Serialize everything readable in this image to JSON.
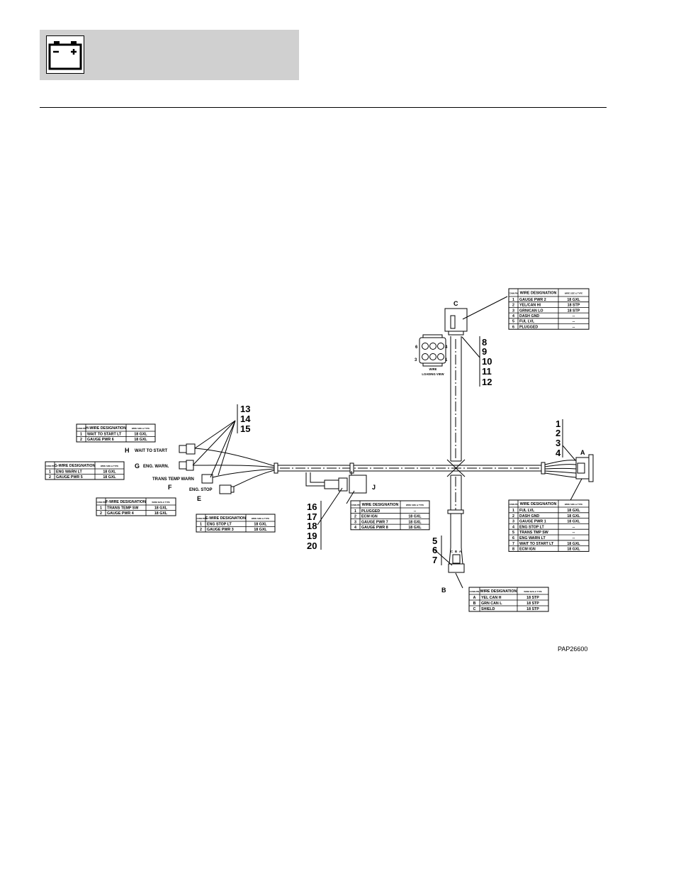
{
  "header": {
    "icon": "battery-icon"
  },
  "figure_id": "PAP26600",
  "loading_view_label": [
    "WIRE",
    "LOADING VIEW"
  ],
  "pin_numbers": [
    "6",
    "4",
    "3",
    "1"
  ],
  "connector_b_pins": [
    "C",
    "B",
    "A"
  ],
  "connector_labels": {
    "A": "A",
    "B": "B",
    "C": "C",
    "E": "E",
    "F": "F",
    "G": "G",
    "H": "H",
    "J": "J"
  },
  "branch_labels": {
    "H": "WAIT TO START",
    "G": "ENG. WARN.",
    "F": "TRANS TEMP WARN",
    "E": "ENG. STOP"
  },
  "callouts": {
    "group_1_4": [
      "1",
      "2",
      "3",
      "4"
    ],
    "group_5_7": [
      "5",
      "6",
      "7"
    ],
    "group_8_12": [
      "8",
      "9",
      "10",
      "11",
      "12"
    ],
    "group_13_15": [
      "13",
      "14",
      "15"
    ],
    "group_16_20": [
      "16",
      "17",
      "18",
      "19",
      "20"
    ]
  },
  "tables": {
    "C": {
      "headers": [
        "CONN PIN",
        "WIRE DESIGNATION",
        "WIRE SIZE & TYPE"
      ],
      "rows": [
        [
          "1",
          "GAUGE PWR 2",
          "18 GXL"
        ],
        [
          "2",
          "YEL/CAN HI",
          "18 STP"
        ],
        [
          "3",
          "GRN/CAN LO",
          "18 STP"
        ],
        [
          "4",
          "DASH GND",
          "--"
        ],
        [
          "5",
          "FUL LVL",
          "--"
        ],
        [
          "6",
          "PLUGGED",
          "--"
        ]
      ]
    },
    "A": {
      "headers": [
        "CONN PIN",
        "WIRE DESIGNATION",
        "WIRE SIZE & TYPE"
      ],
      "rows": [
        [
          "1",
          "FUL LVL",
          "18 GXL"
        ],
        [
          "2",
          "DASH GND",
          "18 GXL"
        ],
        [
          "3",
          "GAUGE PWR 1",
          "18 GXL"
        ],
        [
          "4",
          "ENG STOP LT",
          "--"
        ],
        [
          "5",
          "TRANS TMP SW",
          "--"
        ],
        [
          "6",
          "ENG WARN LT",
          "--"
        ],
        [
          "7",
          "WAIT TO START LT",
          "18 GXL"
        ],
        [
          "8",
          "ECM IGN",
          "18 GXL"
        ]
      ]
    },
    "B": {
      "headers": [
        "CONN PIN",
        "WIRE DESIGNATION",
        "WIRE SIZE & TYPE"
      ],
      "rows": [
        [
          "A",
          "YEL CAN H",
          "18 STP"
        ],
        [
          "B",
          "GRN CAN L",
          "18 STP"
        ],
        [
          "C",
          "SHIELD",
          "18 STP"
        ]
      ]
    },
    "J": {
      "headers": [
        "CONN PIN",
        "WIRE DESIGNATION",
        "WIRE SIZE & TYPE"
      ],
      "rows": [
        [
          "1",
          "PLUGGED",
          "--"
        ],
        [
          "2",
          "ECM IGN",
          "18 GXL"
        ],
        [
          "3",
          "GAUGE PWR 7",
          "18 GXL"
        ],
        [
          "4",
          "GAUGE PWR 8",
          "18 GXL"
        ]
      ]
    },
    "H": {
      "headers": [
        "CONN PIN",
        "H-WIRE DESIGNATION",
        "WIRE SIZE & TYPE"
      ],
      "rows": [
        [
          "1",
          "WAIT TO START LT",
          "18 GXL"
        ],
        [
          "2",
          "GAUGE PWR 6",
          "18 GXL"
        ]
      ]
    },
    "G": {
      "headers": [
        "CONN PIN",
        "G-WIRE DESIGNATION",
        "WIRE SIZE & TYPE"
      ],
      "rows": [
        [
          "1",
          "ENG WARN LT",
          "18 GXL"
        ],
        [
          "2",
          "GAUGE PWR 5",
          "18 GXL"
        ]
      ]
    },
    "F": {
      "headers": [
        "CONN PIN",
        "F-WIRE DESIGNATION",
        "WIRE SIZE & TYPE"
      ],
      "rows": [
        [
          "1",
          "TRANS TEMP SW",
          "18 GXL"
        ],
        [
          "2",
          "GAUGE PWR 4",
          "18 GXL"
        ]
      ]
    },
    "E": {
      "headers": [
        "CONN PIN",
        "E-WIRE DESIGNATION",
        "WIRE SIZE & TYPE"
      ],
      "rows": [
        [
          "1",
          "ENG STOP LT",
          "18 GXL"
        ],
        [
          "2",
          "GAUGE PWR 3",
          "18 GXL"
        ]
      ]
    }
  }
}
